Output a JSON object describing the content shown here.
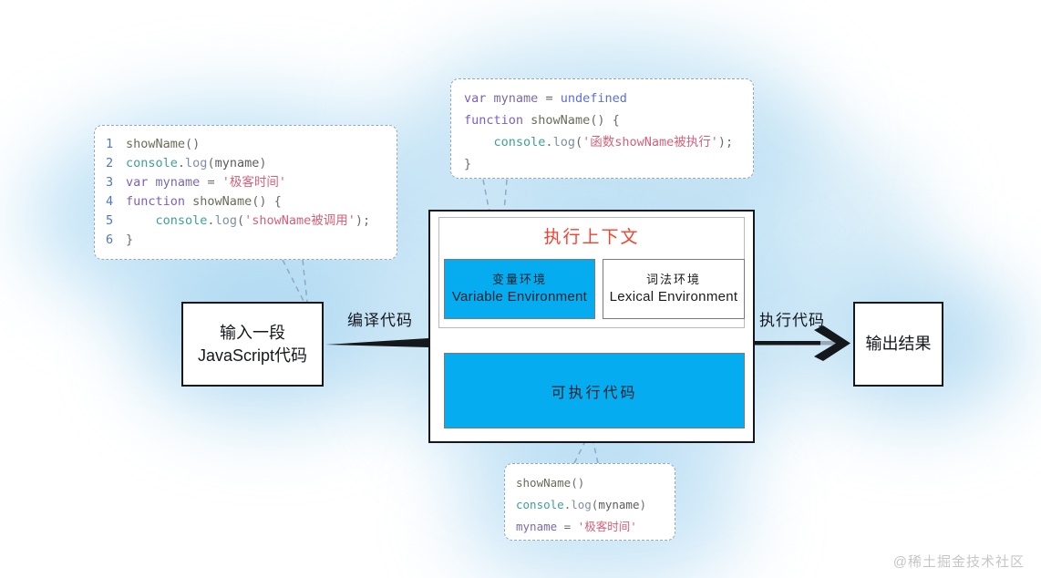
{
  "background": {
    "page": "#ffffff",
    "glow": "#96cdee"
  },
  "palette": {
    "blue_fill": "#06ACF0",
    "title_red": "#f4402e",
    "box_border": "#14181c",
    "dashed_border": "#8fa8c8"
  },
  "source_code_card": {
    "name": "source-code-callout",
    "lines": [
      {
        "no": "1",
        "tokens": [
          {
            "t": "showName",
            "c": "fn"
          },
          {
            "t": "()",
            "c": "punc"
          }
        ]
      },
      {
        "no": "2",
        "tokens": [
          {
            "t": "console",
            "c": "obj"
          },
          {
            "t": ".",
            "c": "punc"
          },
          {
            "t": "log",
            "c": "prop"
          },
          {
            "t": "(",
            "c": "punc"
          },
          {
            "t": "myname",
            "c": "plain"
          },
          {
            "t": ")",
            "c": "punc"
          }
        ]
      },
      {
        "no": "3",
        "tokens": [
          {
            "t": "var",
            "c": "kw"
          },
          {
            "t": " ",
            "c": "plain"
          },
          {
            "t": "myname",
            "c": "var"
          },
          {
            "t": " = ",
            "c": "punc"
          },
          {
            "t": "'极客时间'",
            "c": "str"
          }
        ]
      },
      {
        "no": "4",
        "tokens": [
          {
            "t": "function",
            "c": "kw"
          },
          {
            "t": " ",
            "c": "plain"
          },
          {
            "t": "showName",
            "c": "fn"
          },
          {
            "t": "() {",
            "c": "punc"
          }
        ]
      },
      {
        "no": "5",
        "tokens": [
          {
            "t": "    ",
            "c": "plain"
          },
          {
            "t": "console",
            "c": "obj"
          },
          {
            "t": ".",
            "c": "punc"
          },
          {
            "t": "log",
            "c": "prop"
          },
          {
            "t": "(",
            "c": "punc"
          },
          {
            "t": "'showName被调用'",
            "c": "str"
          },
          {
            "t": ");",
            "c": "punc"
          }
        ]
      },
      {
        "no": "6",
        "tokens": [
          {
            "t": "}",
            "c": "punc"
          }
        ]
      }
    ]
  },
  "compiled_code_card": {
    "name": "compiled-variable-environment-callout",
    "lines": [
      {
        "no": "",
        "tokens": [
          {
            "t": "var",
            "c": "kw"
          },
          {
            "t": " ",
            "c": "plain"
          },
          {
            "t": "myname",
            "c": "var"
          },
          {
            "t": " = ",
            "c": "punc"
          },
          {
            "t": "undefined",
            "c": "val"
          }
        ]
      },
      {
        "no": "",
        "tokens": [
          {
            "t": "function",
            "c": "kw"
          },
          {
            "t": " ",
            "c": "plain"
          },
          {
            "t": "showName",
            "c": "fn"
          },
          {
            "t": "() {",
            "c": "punc"
          }
        ]
      },
      {
        "no": "",
        "tokens": [
          {
            "t": "    ",
            "c": "plain"
          },
          {
            "t": "console",
            "c": "obj"
          },
          {
            "t": ".",
            "c": "punc"
          },
          {
            "t": "log",
            "c": "prop"
          },
          {
            "t": "(",
            "c": "punc"
          },
          {
            "t": "'函数showName被执行'",
            "c": "str"
          },
          {
            "t": ");",
            "c": "punc"
          }
        ]
      },
      {
        "no": "",
        "tokens": [
          {
            "t": "}",
            "c": "punc"
          }
        ]
      }
    ]
  },
  "executable_code_card": {
    "name": "executable-code-callout",
    "lines": [
      {
        "no": "",
        "tokens": [
          {
            "t": "showName",
            "c": "fn"
          },
          {
            "t": "()",
            "c": "punc"
          }
        ]
      },
      {
        "no": "",
        "tokens": [
          {
            "t": "console",
            "c": "obj"
          },
          {
            "t": ".",
            "c": "punc"
          },
          {
            "t": "log",
            "c": "prop"
          },
          {
            "t": "(",
            "c": "punc"
          },
          {
            "t": "myname",
            "c": "plain"
          },
          {
            "t": ")",
            "c": "punc"
          }
        ]
      },
      {
        "no": "",
        "tokens": [
          {
            "t": "myname",
            "c": "var"
          },
          {
            "t": " = ",
            "c": "punc"
          },
          {
            "t": "'极客时间'",
            "c": "str"
          }
        ]
      }
    ]
  },
  "input_box": {
    "line1": "输入一段",
    "line2": "JavaScript代码"
  },
  "output_box": {
    "label": "输出结果"
  },
  "arrows": {
    "compile_label": "编译代码",
    "execute_label": "执行代码"
  },
  "execution_context": {
    "title": "执行上下文",
    "variable_environment": {
      "cn": "变量环境",
      "en": "Variable Environment"
    },
    "lexical_environment": {
      "cn": "词法环境",
      "en": "Lexical Environment"
    },
    "executable_code": {
      "label": "可执行代码"
    }
  },
  "watermark": {
    "text": "@稀土掘金技术社区"
  }
}
